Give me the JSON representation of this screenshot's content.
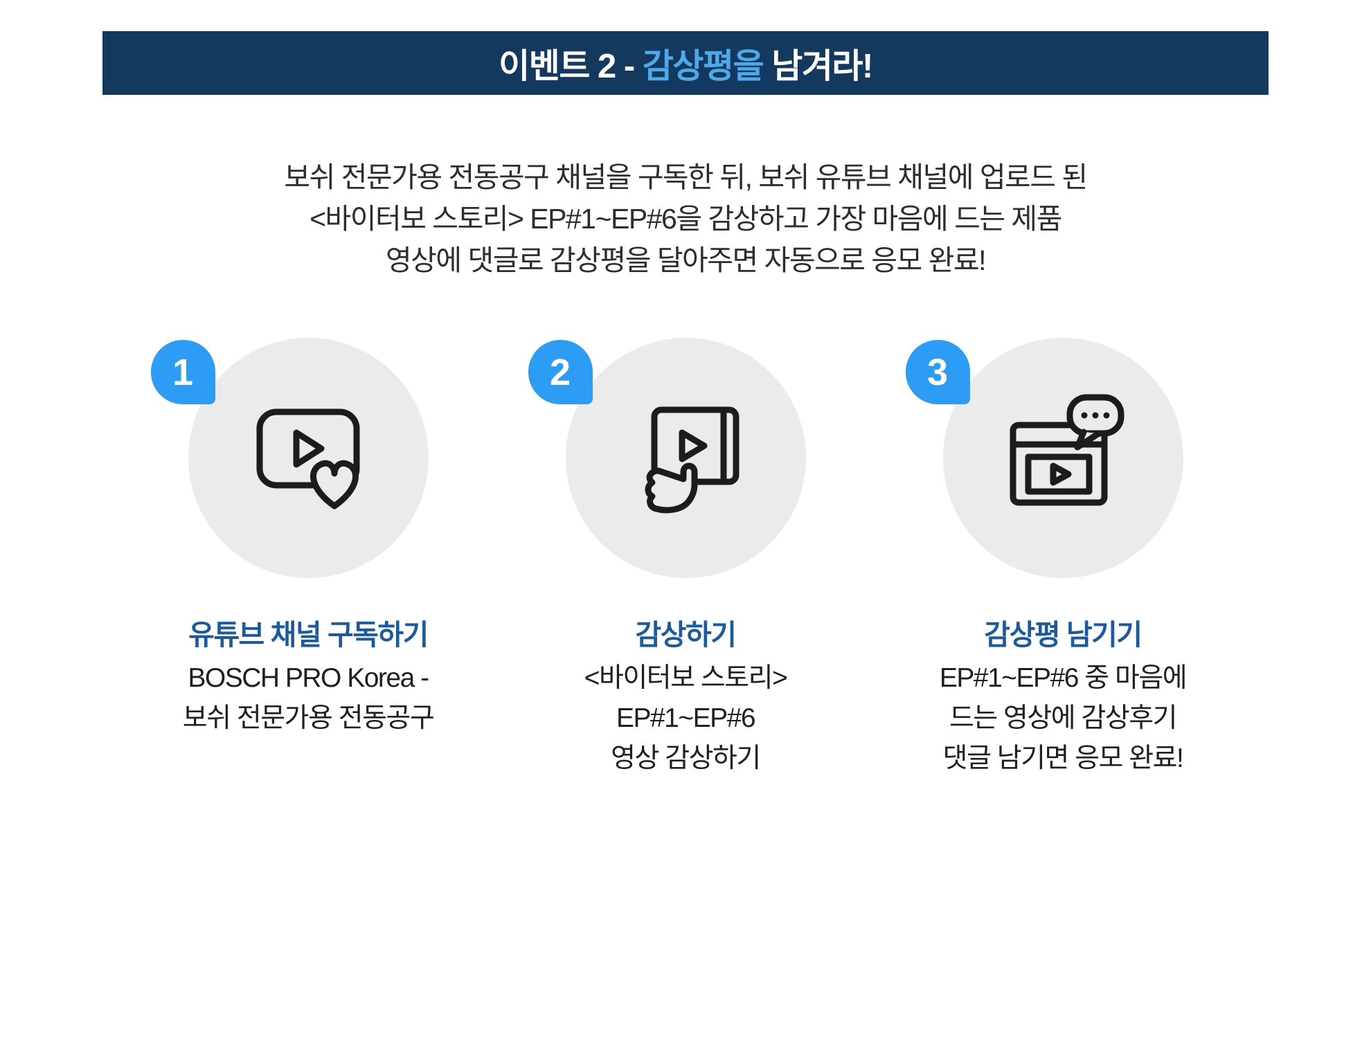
{
  "header": {
    "title_prefix": "이벤트 2 - ",
    "title_highlight": "감상평을",
    "title_suffix": " 남겨라!"
  },
  "intro": {
    "lines": [
      "보쉬 전문가용 전동공구 채널을 구독한 뒤, 보쉬 유튜브 채널에 업로드 된",
      "<바이터보 스토리> EP#1~EP#6을 감상하고 가장 마음에 드는 제품",
      "영상에 댓글로 감상평을 달아주면 자동으로 응모 완료!"
    ]
  },
  "steps": [
    {
      "number": "1",
      "icon": "youtube-subscribe-heart-icon",
      "title": "유튜브 채널 구독하기",
      "lines": [
        "BOSCH PRO Korea -",
        "보쉬 전문가용 전동공구"
      ]
    },
    {
      "number": "2",
      "icon": "hand-tablet-play-icon",
      "title": "감상하기",
      "lines": [
        "<바이터보 스토리>",
        "EP#1~EP#6",
        "영상 감상하기"
      ]
    },
    {
      "number": "3",
      "icon": "browser-video-comment-icon",
      "title": "감상평 남기기",
      "lines": [
        "EP#1~EP#6 중 마음에",
        "드는  영상에  감상후기",
        "댓글 남기면 응모 완료!"
      ]
    }
  ],
  "colors": {
    "banner_bg": "#133a5e",
    "banner_highlight": "#4da9e8",
    "badge_blue": "#2d9cf4",
    "circle_gray": "#ebebeb",
    "step_title_blue": "#1a5a9e",
    "body_text": "#2d2d2d"
  }
}
